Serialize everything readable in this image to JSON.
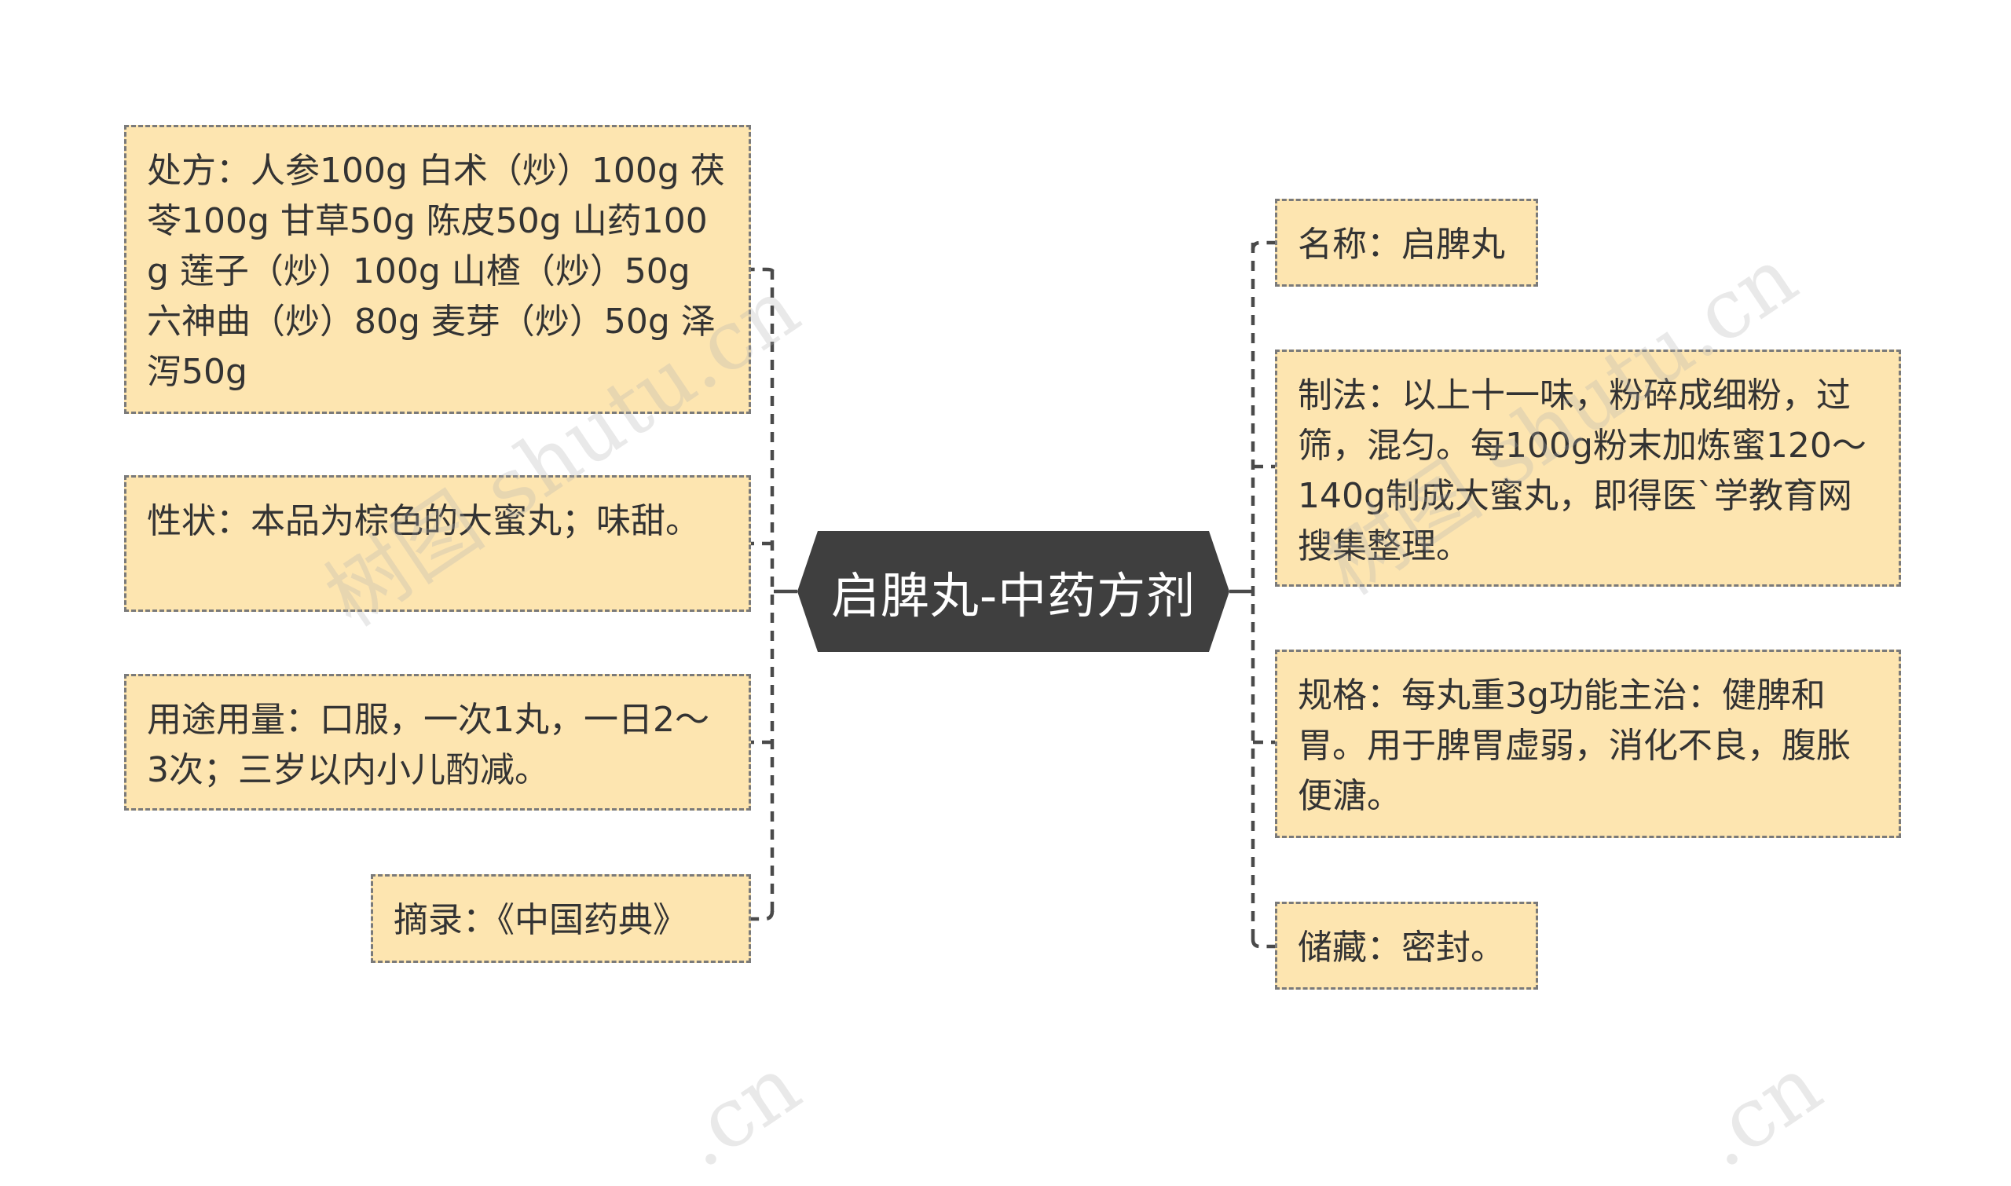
{
  "center": {
    "title": "启脾丸-中药方剂"
  },
  "left_nodes": [
    {
      "id": "prescription",
      "text": "处方：人参100g 白术（炒）100g 茯苓100g 甘草50g 陈皮50g 山药100g 莲子（炒）100g 山楂（炒）50g 六神曲（炒）80g 麦芽（炒）50g 泽泻50g"
    },
    {
      "id": "character",
      "text": "性状：本品为棕色的大蜜丸；味甜。"
    },
    {
      "id": "usage",
      "text": "用途用量：口服，一次1丸，一日2～3次；三岁以内小儿酌减。"
    },
    {
      "id": "source",
      "text": "摘录：《中国药典》"
    }
  ],
  "right_nodes": [
    {
      "id": "name",
      "text": "名称：启脾丸"
    },
    {
      "id": "method",
      "text": "制法：以上十一味，粉碎成细粉，过筛，混匀。每100g粉末加炼蜜120～140g制成大蜜丸，即得医`学教育网搜集整理。"
    },
    {
      "id": "spec",
      "text": "规格：每丸重3g功能主治：健脾和胃。用于脾胃虚弱，消化不良，腹胀便溏。"
    },
    {
      "id": "storage",
      "text": "储藏：密封。"
    }
  ],
  "watermarks": [
    "树图 shutu.cn",
    "树图 shutu.cn",
    ".cn",
    ".cn"
  ],
  "colors": {
    "node_fill": "#fde5b0",
    "node_border": "#7a7a7a",
    "center_fill": "#3f3f3f",
    "center_text": "#ffffff",
    "line": "#4a4a4a",
    "text": "#333333"
  }
}
